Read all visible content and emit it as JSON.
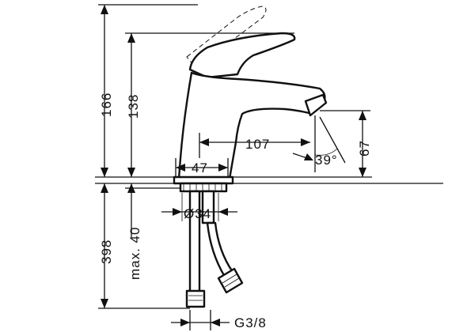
{
  "dimensions": {
    "height_total": "166",
    "height_spout": "138",
    "spout_reach": "107",
    "base_width": "47",
    "spout_clearance": "67",
    "spout_angle": "39°",
    "hole_diameter": "Ø34",
    "hose_length": "398",
    "max_deck": "max. 40",
    "connection_thread": "G3/8"
  },
  "colors": {
    "line": "#111111",
    "background": "#ffffff"
  }
}
